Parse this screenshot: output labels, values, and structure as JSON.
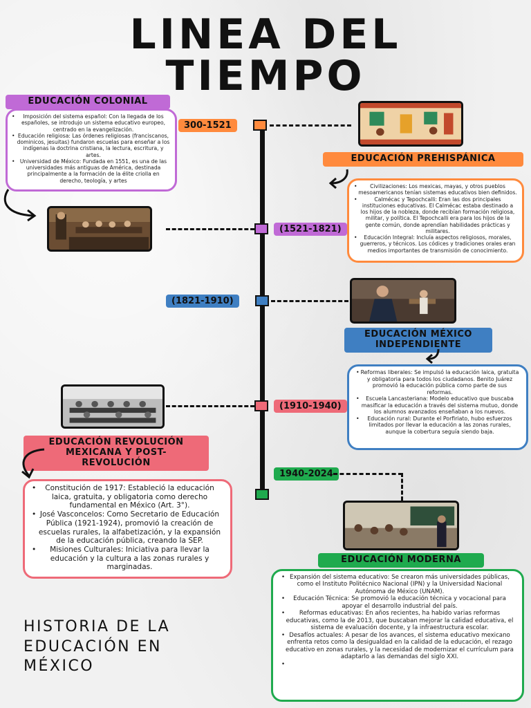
{
  "title": {
    "line1": "LINEA DEL",
    "line2": "TIEMPO"
  },
  "subtitle": {
    "line1": "HISTORIA DE LA",
    "line2": "EDUCACIÓN EN",
    "line3": "MÉXICO"
  },
  "colors": {
    "orange": "#ff8a3d",
    "purple": "#c06ad6",
    "blue": "#3f7fc2",
    "pink": "#ee6a78",
    "green": "#1faa4e"
  },
  "dates": {
    "d1": "300-1521",
    "d2": "(1521-1821)",
    "d3": "(1821-1910)",
    "d4": "(1910-1940)",
    "d5": "1940-2024"
  },
  "sections": {
    "colonial": {
      "label": "EDUCACIÓN COLONIAL",
      "items": [
        "Imposición del sistema español: Con la llegada de los españoles, se introdujo un sistema educativo europeo, centrado en la evangelización.",
        "Educación religiosa: Las órdenes religiosas (franciscanos, dominicos, jesuitas) fundaron escuelas para enseñar a los indígenas la doctrina cristiana, la lectura, escritura, y artes.",
        "Universidad de México: Fundada en 1551, es una de las universidades más antiguas de América, destinada principalmente a la formación de la élite criolla en derecho, teología, y artes"
      ]
    },
    "prehispanica": {
      "label": "EDUCACIÓN PREHISPÁNICA",
      "items": [
        "Civilizaciones: Los mexicas, mayas, y otros pueblos mesoamericanos tenían sistemas educativos bien definidos.",
        "Calmécac y Tepochcalli: Eran las dos principales instituciones educativas. El Calmécac estaba destinado a los hijos de la nobleza, donde recibían formación religiosa, militar, y política. El Tepochcalli era para los hijos de la gente común, donde aprendían habilidades prácticas y militares.",
        "Educación Integral: Incluía aspectos religiosos, morales, guerreros, y técnicos. Los códices y tradiciones orales eran medios importantes de transmisión de conocimiento."
      ]
    },
    "independiente": {
      "label1": "EDUCACIÓN MÉXICO",
      "label2": "INDEPENDIENTE",
      "items": [
        "Reformas liberales: Se impulsó la educación laica, gratuita y obligatoria para todos los ciudadanos. Benito Juárez promovió la educación pública como parte de sus reformas.",
        "Escuela Lancasteriana: Modelo educativo que buscaba masificar la educación a través del sistema mutuo, donde los alumnos avanzados enseñaban a los nuevos.",
        "Educación rural: Durante el Porfiriato, hubo esfuerzos limitados por llevar la educación a las zonas rurales, aunque la cobertura seguía siendo baja."
      ]
    },
    "revolucion": {
      "label1": "EDUCACIÓN REVOLUCIÓN",
      "label2": "MEXICANA Y POST-",
      "label3": "REVOLUCIÓN",
      "items": [
        "Constitución de 1917: Estableció la educación laica, gratuita, y obligatoria como derecho fundamental en México (Art. 3°).",
        "José Vasconcelos: Como Secretario de Educación Pública (1921-1924), promovió la creación de escuelas rurales, la alfabetización, y la expansión de la educación pública, creando la SEP.",
        "Misiones Culturales: Iniciativa para llevar la educación y la cultura a las zonas rurales y marginadas."
      ]
    },
    "moderna": {
      "label": "EDUCACIÓN MODERNA",
      "items": [
        "Expansión del sistema educativo: Se crearon más universidades públicas, como el Instituto Politécnico Nacional (IPN) y la Universidad Nacional Autónoma de México (UNAM).",
        "Educación Técnica: Se promovió la educación técnica y vocacional para apoyar el desarrollo industrial del país.",
        "Reformas educativas: En años recientes, ha habido varias reformas educativas, como la de 2013, que buscaban mejorar la calidad educativa, el sistema de evaluación docente, y la infraestructura escolar.",
        "Desafíos actuales: A pesar de los avances, el sistema educativo mexicano enfrenta retos como la desigualdad en la calidad de la educación, el rezago educativo en zonas rurales, y la necesidad de modernizar el currículum para adaptarlo a las demandas del siglo XXI.",
        ""
      ]
    }
  }
}
